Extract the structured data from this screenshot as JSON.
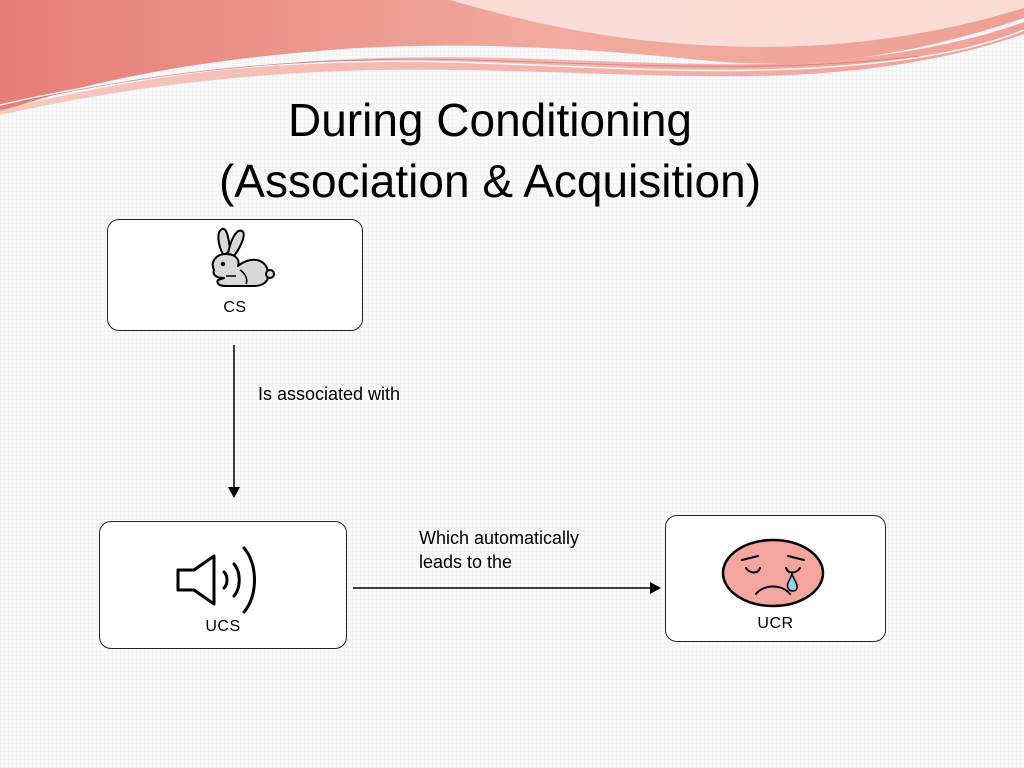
{
  "title": {
    "line1": "During Conditioning",
    "line2": "(Association & Acquisition)"
  },
  "nodes": {
    "cs": {
      "label": "CS",
      "icon": "rabbit-icon"
    },
    "ucs": {
      "label": "UCS",
      "icon": "speaker-icon"
    },
    "ucr": {
      "label": "UCR",
      "icon": "crying-face-icon"
    }
  },
  "edges": {
    "cs_to_ucs": "Is associated with",
    "ucs_to_ucr": {
      "line1": "Which automatically",
      "line2": "leads to the"
    }
  },
  "colors": {
    "swoosh_dark": "#e8766e",
    "swoosh_light": "#f4b3a8",
    "face_fill": "#f5a5a0",
    "tear": "#8fd3e8"
  }
}
